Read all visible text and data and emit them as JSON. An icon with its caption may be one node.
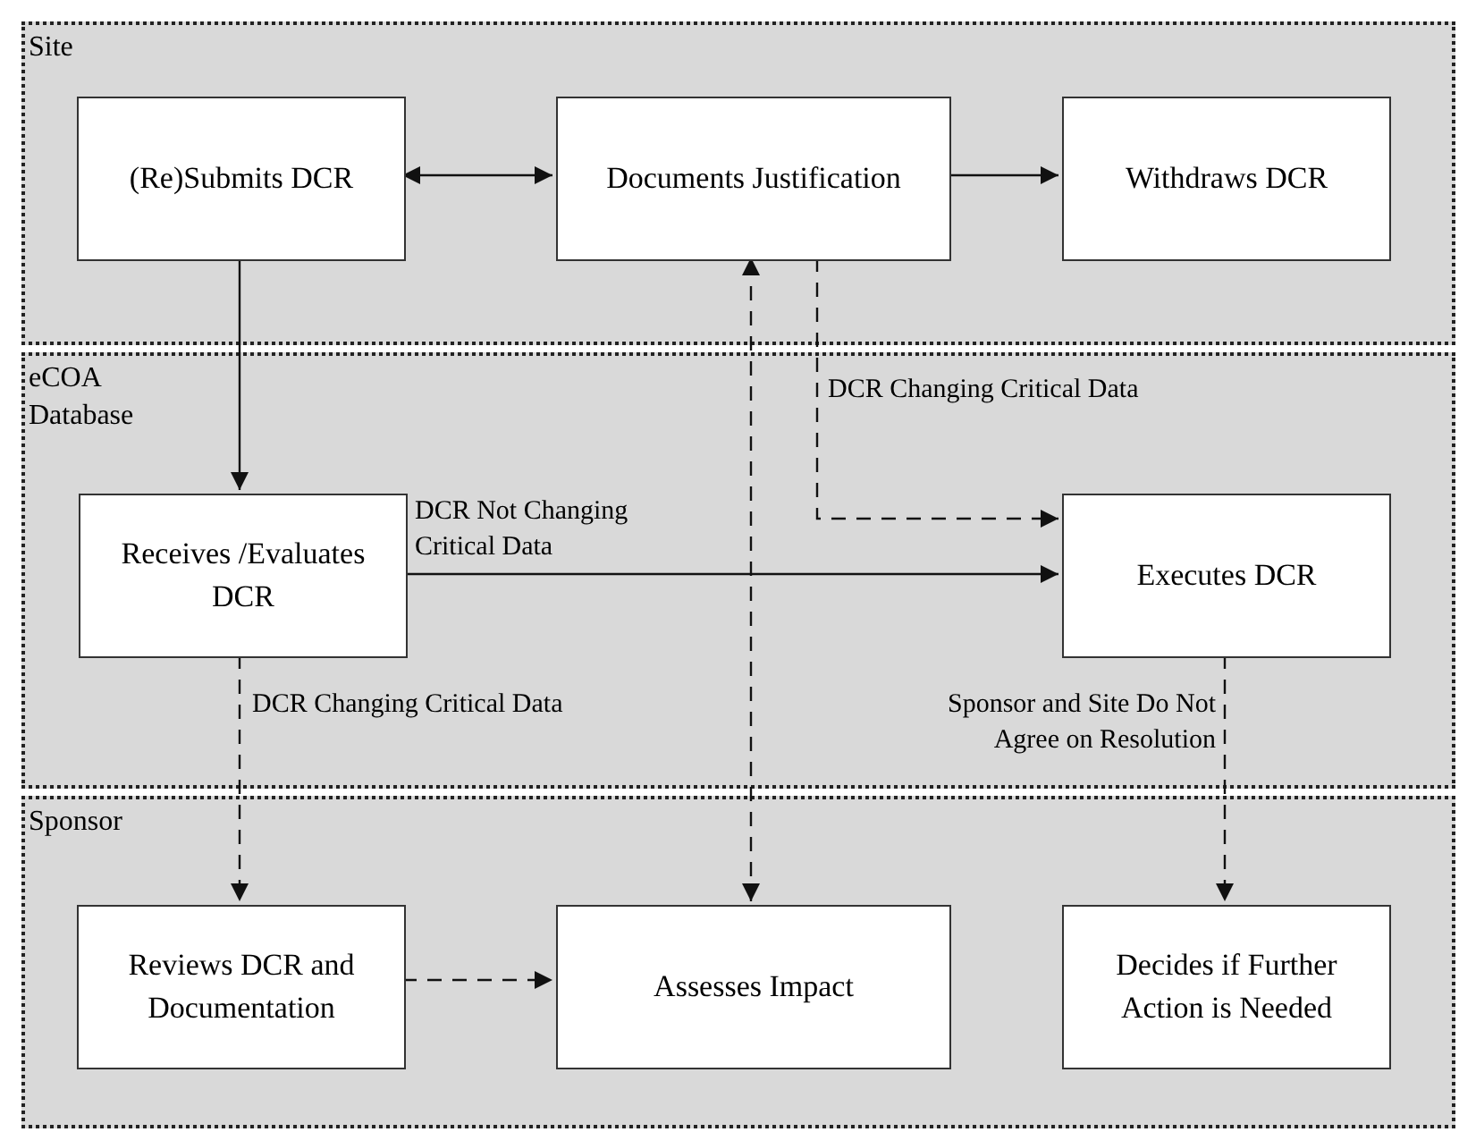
{
  "diagram": {
    "nodes": [
      {
        "text": [
          "Site"
        ]
      },
      {
        "text": [
          "(Re)Submits DCR"
        ],
        "in": 0
      },
      {
        "text": [
          "Documents Justification"
        ],
        "in": 0
      },
      {
        "text": [
          "Withdraws DCR"
        ],
        "in": 0
      },
      {
        "text": [
          "eCOA Database"
        ]
      },
      {
        "text": [
          "Receives /Evaluates DCR"
        ],
        "in": 4
      },
      {
        "text": [
          "Executes DCR"
        ],
        "in": 4
      },
      {
        "text": [
          "Sponsor"
        ]
      },
      {
        "text": [
          "Reviews DCR and Documentation"
        ],
        "in": 7
      },
      {
        "text": [
          "Assesses Impact"
        ],
        "in": 7
      },
      {
        "text": [
          "Decides if Further Action is Needed"
        ],
        "in": 7
      }
    ],
    "edges": [
      {
        "from": 1,
        "to": 2,
        "arrow": "both"
      },
      {
        "from": 2,
        "to": 3,
        "arrow": "to"
      },
      {
        "from": 1,
        "to": 5,
        "arrow": "to"
      },
      {
        "from": 2,
        "to": 6,
        "arrow": "to",
        "style": "dashed",
        "label": "DCR Changing Critical Data"
      },
      {
        "from": 5,
        "to": 6,
        "arrow": "to",
        "label": "DCR Not Changing Critical Data"
      },
      {
        "from": 5,
        "to": 8,
        "arrow": "to",
        "style": "dashed",
        "label": "DCR Changing Critical Data"
      },
      {
        "from": 6,
        "to": 10,
        "arrow": "to",
        "style": "dashed",
        "label": "Sponsor and Site Do Not Agree on Resolution"
      },
      {
        "from": 8,
        "to": 9,
        "arrow": "to",
        "style": "dashed"
      },
      {
        "from": 9,
        "to": 2,
        "arrow": "both",
        "style": "dashed"
      }
    ]
  }
}
